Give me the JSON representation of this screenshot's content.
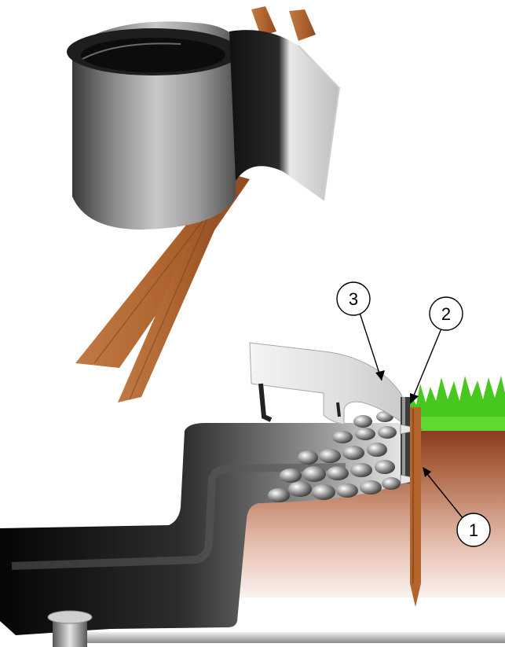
{
  "callouts": [
    {
      "id": "1",
      "label": "1"
    },
    {
      "id": "2",
      "label": "2"
    },
    {
      "id": "3",
      "label": "3"
    }
  ],
  "colors": {
    "steel_light": "#e6e6e6",
    "steel_dark": "#1a1a1a",
    "wood_stake": "#b4642d",
    "soil_top": "#8a3c1e",
    "soil_bottom": "#f4e6e0",
    "grass": "#46c81e",
    "pool_liner": "#3a3a3a",
    "stones": "#9a9a9a"
  },
  "icons": {
    "roll": "steel-edging-roll-icon",
    "stakes": "wooden-stakes-icon",
    "stones": "stones-icon"
  }
}
